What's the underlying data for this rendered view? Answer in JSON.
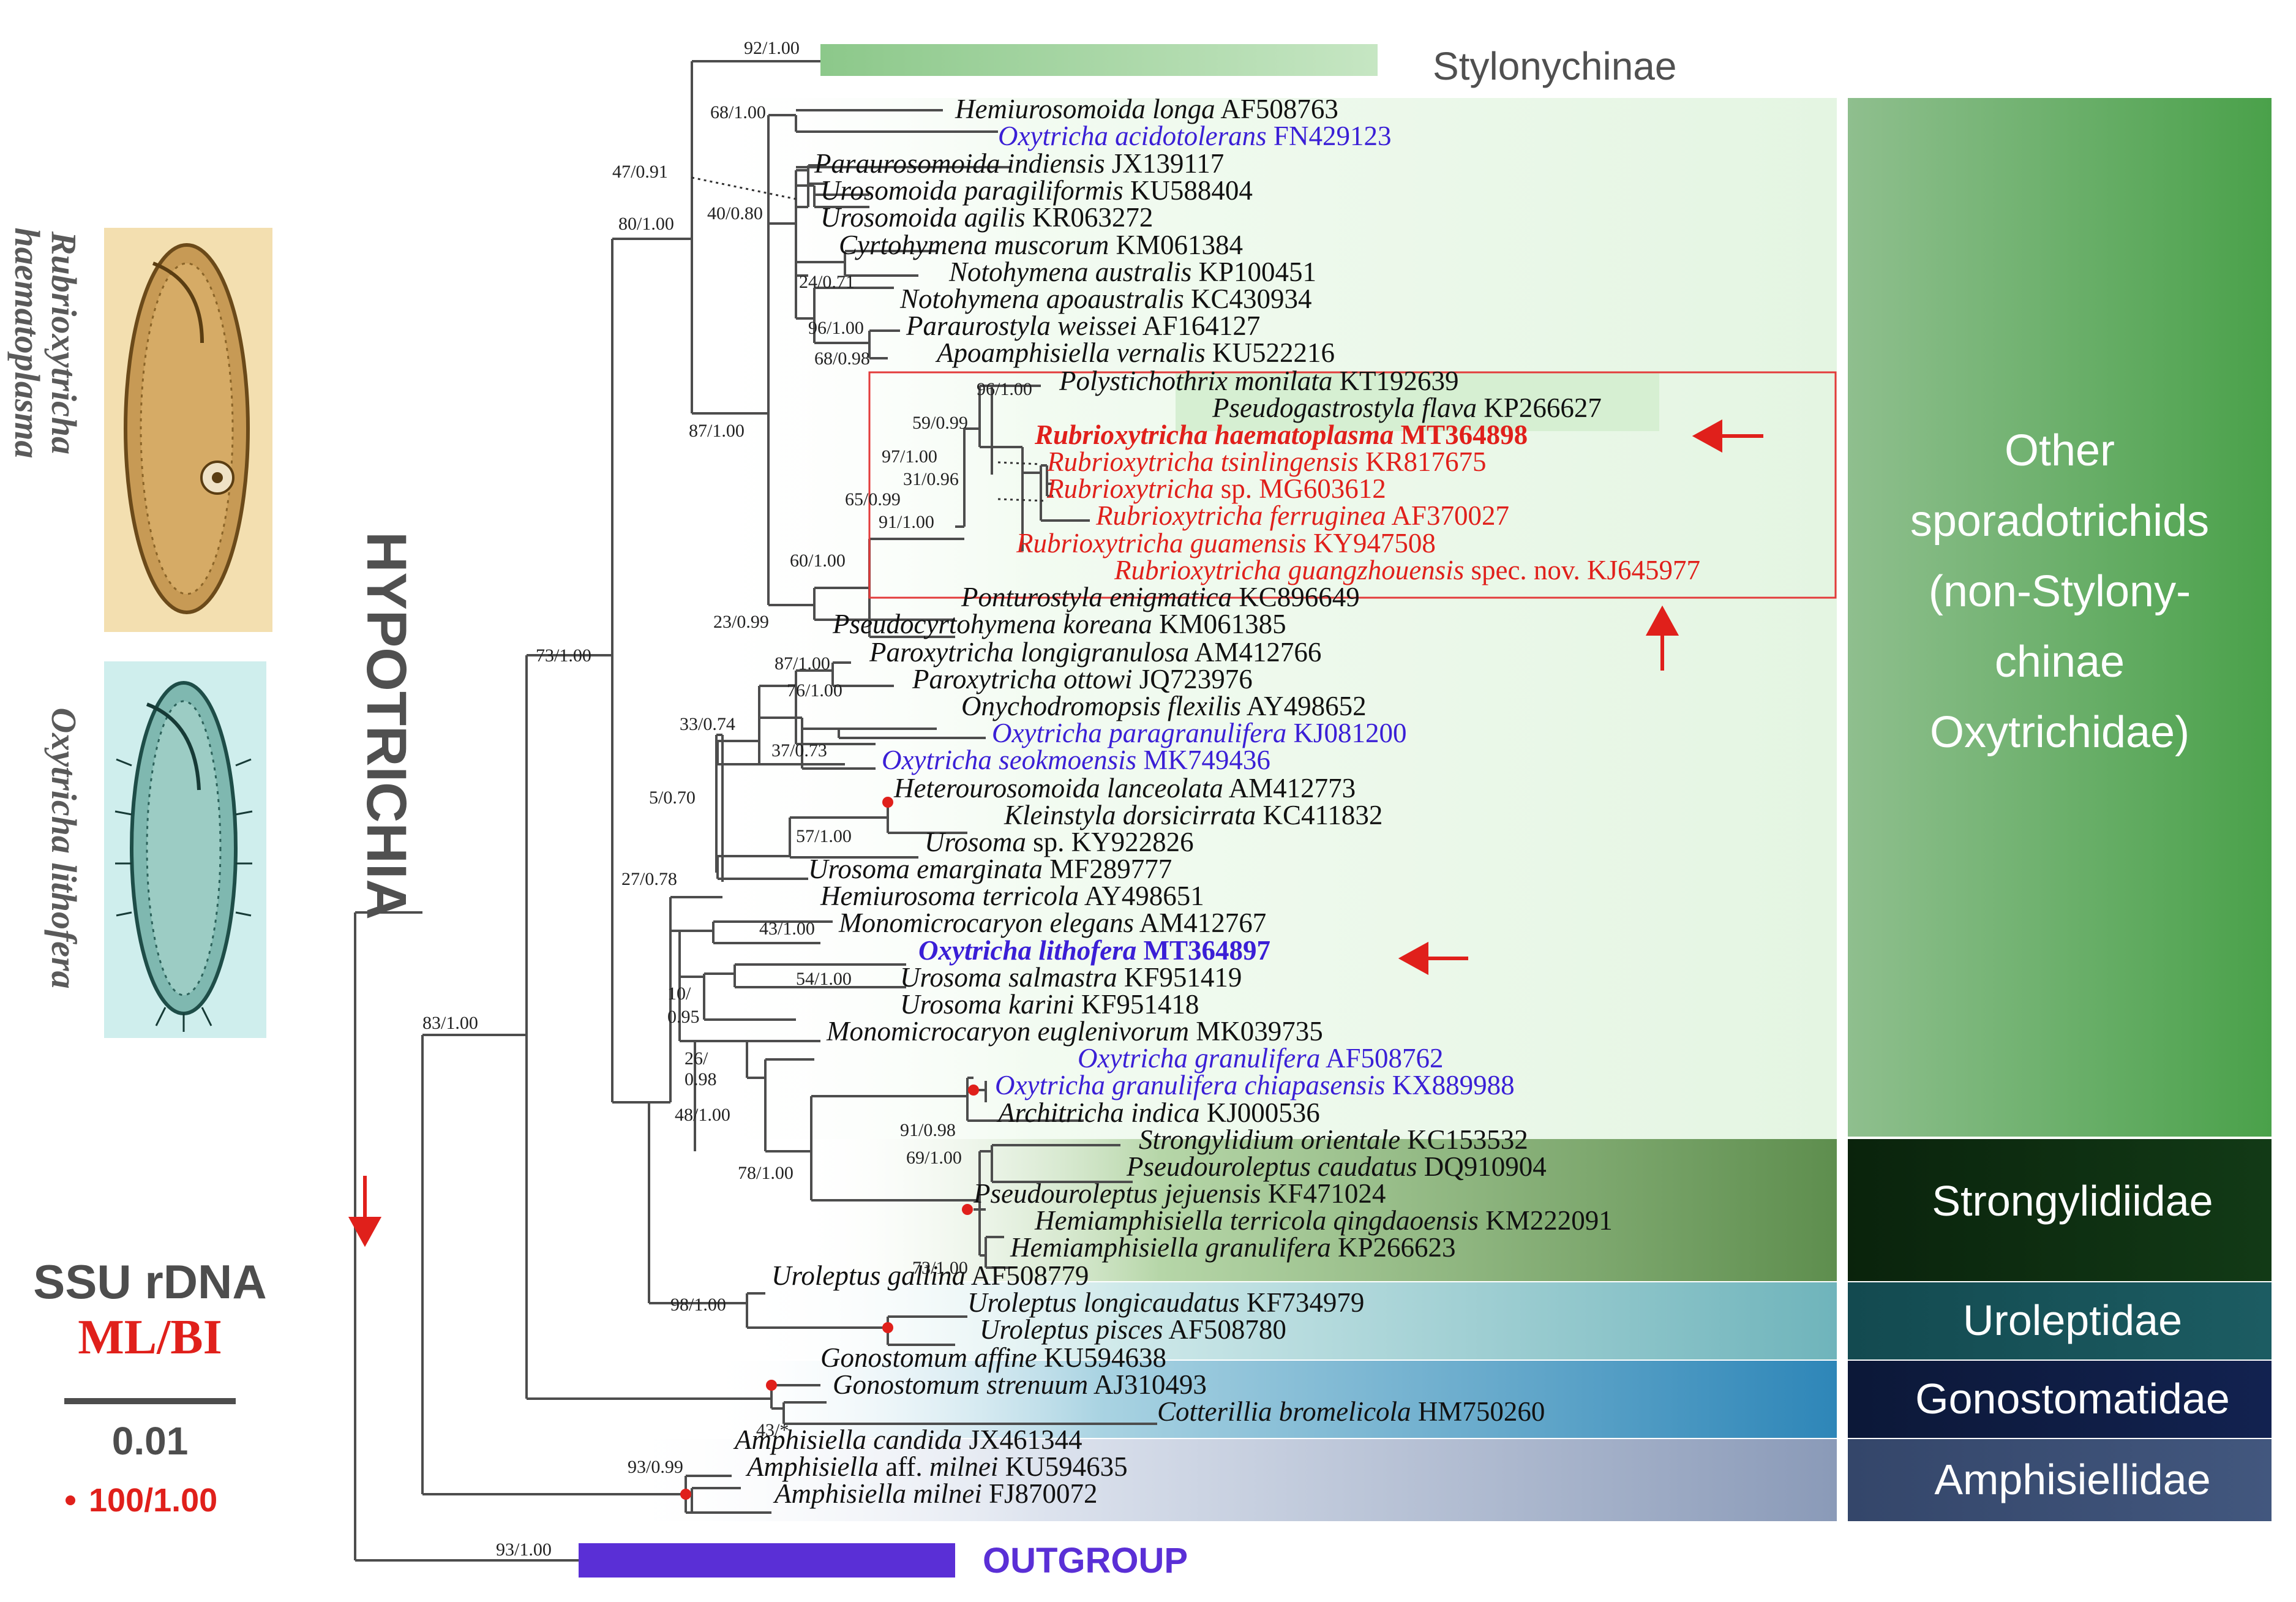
{
  "colors": {
    "branch": "#4d4d4d",
    "black_taxon": "#111111",
    "blue_taxon": "#3a1fd6",
    "red_taxon": "#e0201b",
    "node_dot": "#e0201b",
    "stylonychinae_bar": "#a8d4a4",
    "outgroup_bar": "#5a2fd6",
    "other_band": "#5aa95a",
    "strongylidiidae_band": "#0f2a12",
    "uroleptidae_band": "#164f55",
    "gonostomatidae_band": "#0d1a3d",
    "amphisiellidae_band": "#3a4c6e",
    "box": "#e33b3b",
    "arrow": "#e0201b"
  },
  "taxa": [
    {
      "genus": "Hemiurosomoida longa",
      "acc": "AF508763",
      "color": "black",
      "bold": false
    },
    {
      "genus": "Oxytricha acidotolerans",
      "acc": "FN429123",
      "color": "blue",
      "bold": false
    },
    {
      "genus": "Paraurosomoida indiensis",
      "acc": "JX139117",
      "color": "black",
      "bold": false
    },
    {
      "genus": "Urosomoida paragiliformis",
      "acc": "KU588404",
      "color": "black",
      "bold": false
    },
    {
      "genus": "Urosomoida agilis",
      "acc": "KR063272",
      "color": "black",
      "bold": false
    },
    {
      "genus": "Cyrtohymena muscorum",
      "acc": "KM061384",
      "color": "black",
      "bold": false
    },
    {
      "genus": "Notohymena australis",
      "acc": "KP100451",
      "color": "black",
      "bold": false
    },
    {
      "genus": "Notohymena apoaustralis",
      "acc": "KC430934",
      "color": "black",
      "bold": false
    },
    {
      "genus": "Paraurostyla weissei",
      "acc": "AF164127",
      "color": "black",
      "bold": false
    },
    {
      "genus": "Apoamphisiella vernalis",
      "acc": "KU522216",
      "color": "black",
      "bold": false
    },
    {
      "genus": "Polystichothrix monilata",
      "acc": "KT192639",
      "color": "black",
      "bold": false
    },
    {
      "genus": "Pseudogastrostyla flava",
      "acc": "KP266627",
      "color": "black",
      "bold": false
    },
    {
      "genus": "Rubrioxytricha haematoplasma",
      "acc": "MT364898",
      "color": "red",
      "bold": true
    },
    {
      "genus": "Rubrioxytricha tsinlingensis",
      "acc": "KR817675",
      "color": "red",
      "bold": false
    },
    {
      "genus": "Rubrioxytricha",
      "suffix": " sp.",
      "acc": "MG603612",
      "color": "red",
      "bold": false
    },
    {
      "genus": "Rubrioxytricha ferruginea",
      "acc": "AF370027",
      "color": "red",
      "bold": false
    },
    {
      "genus": "Rubrioxytricha guamensis",
      "acc": "KY947508",
      "color": "red",
      "bold": false
    },
    {
      "genus": "Rubrioxytricha guangzhouensis",
      "suffix": " spec. nov.",
      "acc": "KJ645977",
      "color": "red",
      "bold": false
    },
    {
      "genus": "Ponturostyla enigmatica",
      "acc": "KC896649",
      "color": "black",
      "bold": false
    },
    {
      "genus": "Pseudocyrtohymena koreana",
      "acc": "KM061385",
      "color": "black",
      "bold": false
    },
    {
      "genus": "Paroxytricha longigranulosa",
      "acc": "AM412766",
      "color": "black",
      "bold": false
    },
    {
      "genus": "Paroxytricha ottowi",
      "acc": "JQ723976",
      "color": "black",
      "bold": false
    },
    {
      "genus": "Onychodromopsis flexilis",
      "acc": "AY498652",
      "color": "black",
      "bold": false
    },
    {
      "genus": "Oxytricha paragranulifera",
      "acc": "KJ081200",
      "color": "blue",
      "bold": false
    },
    {
      "genus": "Oxytricha seokmoensis",
      "acc": "MK749436",
      "color": "blue",
      "bold": false
    },
    {
      "genus": "Heterourosomoida lanceolata",
      "acc": "AM412773",
      "color": "black",
      "bold": false
    },
    {
      "genus": "Kleinstyla dorsicirrata",
      "acc": "KC411832",
      "color": "black",
      "bold": false
    },
    {
      "genus": "Urosoma",
      "suffix": " sp.",
      "acc": "KY922826",
      "color": "black",
      "bold": false
    },
    {
      "genus": "Urosoma emarginata",
      "acc": "MF289777",
      "color": "black",
      "bold": false
    },
    {
      "genus": "Hemiurosoma terricola",
      "acc": "AY498651",
      "color": "black",
      "bold": false
    },
    {
      "genus": "Monomicrocaryon elegans",
      "acc": "AM412767",
      "color": "black",
      "bold": false
    },
    {
      "genus": "Oxytricha lithofera",
      "acc": "MT364897",
      "color": "blue",
      "bold": true
    },
    {
      "genus": "Urosoma salmastra",
      "acc": "KF951419",
      "color": "black",
      "bold": false
    },
    {
      "genus": "Urosoma karini",
      "acc": "KF951418",
      "color": "black",
      "bold": false
    },
    {
      "genus": "Monomicrocaryon euglenivorum",
      "acc": "MK039735",
      "color": "black",
      "bold": false
    },
    {
      "genus": "Oxytricha granulifera",
      "acc": "AF508762",
      "color": "blue",
      "bold": false
    },
    {
      "genus": "Oxytricha granulifera chiapasensis",
      "acc": "KX889988",
      "color": "blue",
      "bold": false
    },
    {
      "genus": "Architricha indica",
      "acc": "KJ000536",
      "color": "black",
      "bold": false
    },
    {
      "genus": "Strongylidium orientale",
      "acc": "KC153532",
      "color": "black",
      "bold": false
    },
    {
      "genus": "Pseudouroleptus caudatus",
      "acc": "DQ910904",
      "color": "black",
      "bold": false
    },
    {
      "genus": "Pseudouroleptus jejuensis",
      "acc": "KF471024",
      "color": "black",
      "bold": false
    },
    {
      "genus": "Hemiamphisiella terricola qingdaoensis",
      "acc": "KM222091",
      "color": "black",
      "bold": false
    },
    {
      "genus": "Hemiamphisiella granulifera",
      "acc": " KP266623",
      "color": "black",
      "bold": false
    },
    {
      "genus": "Uroleptus gallina",
      "acc": "AF508779",
      "color": "black",
      "bold": false
    },
    {
      "genus": "Uroleptus longicaudatus",
      "acc": "KF734979",
      "color": "black",
      "bold": false
    },
    {
      "genus": "Uroleptus pisces",
      "acc": "AF508780",
      "color": "black",
      "bold": false
    },
    {
      "genus": "Gonostomum affine",
      "acc": "KU594638",
      "color": "black",
      "bold": false
    },
    {
      "genus": "Gonostomum strenuum",
      "acc": "AJ310493",
      "color": "black",
      "bold": false
    },
    {
      "genus": "Cotterillia bromelicola",
      "acc": "HM750260",
      "color": "black",
      "bold": false
    },
    {
      "genus": "Amphisiella candida",
      "acc": "JX461344",
      "color": "black",
      "bold": false
    },
    {
      "genus": "Amphisiella",
      "suffix": " aff. ",
      "genus2": "milnei",
      "acc": "KU594635",
      "color": "black",
      "bold": false
    },
    {
      "genus": "Amphisiella milnei",
      "acc": "FJ870072",
      "color": "black",
      "bold": false
    }
  ],
  "supports": [
    "92/1.00",
    "68/1.00",
    "47/0.91",
    "80/1.00",
    "40/0.80",
    "24/0.71",
    "96/1.00",
    "68/0.98",
    "96/1.00",
    "59/0.99",
    "97/1.00",
    "31/0.96",
    "65/0.99",
    "91/1.00",
    "60/1.00",
    "87/1.00",
    "23/0.99",
    "73/1.00",
    "87/1.00",
    "76/1.00",
    "33/0.74",
    "37/0.73",
    "5/0.70",
    "57/1.00",
    "27/0.78",
    "43/1.00",
    "54/1.00",
    "10/",
    "0.95",
    "26/",
    "0.98",
    "48/1.00",
    "91/0.98",
    "69/1.00",
    "78/1.00",
    "73/1.00",
    "98/1.00",
    "83/1.00",
    "43/*",
    "93/0.99",
    "93/1.00"
  ],
  "groups": {
    "stylonychinae": "Stylonychinae",
    "other_lines": [
      "Other",
      "sporadotrichids",
      "(non-Stylony-",
      "chinae",
      "Oxytrichidae)"
    ],
    "strongylidiidae": "Strongylidiidae",
    "uroleptidae": "Uroleptidae",
    "gonostomatidae": "Gonostomatidae",
    "amphisiellidae": "Amphisiellidae",
    "outgroup": "OUTGROUP",
    "hypotrichia": "HYPOTRICHIA"
  },
  "legend": {
    "marker": "SSU rDNA",
    "method": "ML/BI",
    "scale": "0.01",
    "dot_label": "100/1.00"
  },
  "illustrations": [
    {
      "line1": "Rubrioxytricha",
      "line2": "haematoplasma"
    },
    {
      "line1": "Oxytricha lithofera"
    }
  ]
}
